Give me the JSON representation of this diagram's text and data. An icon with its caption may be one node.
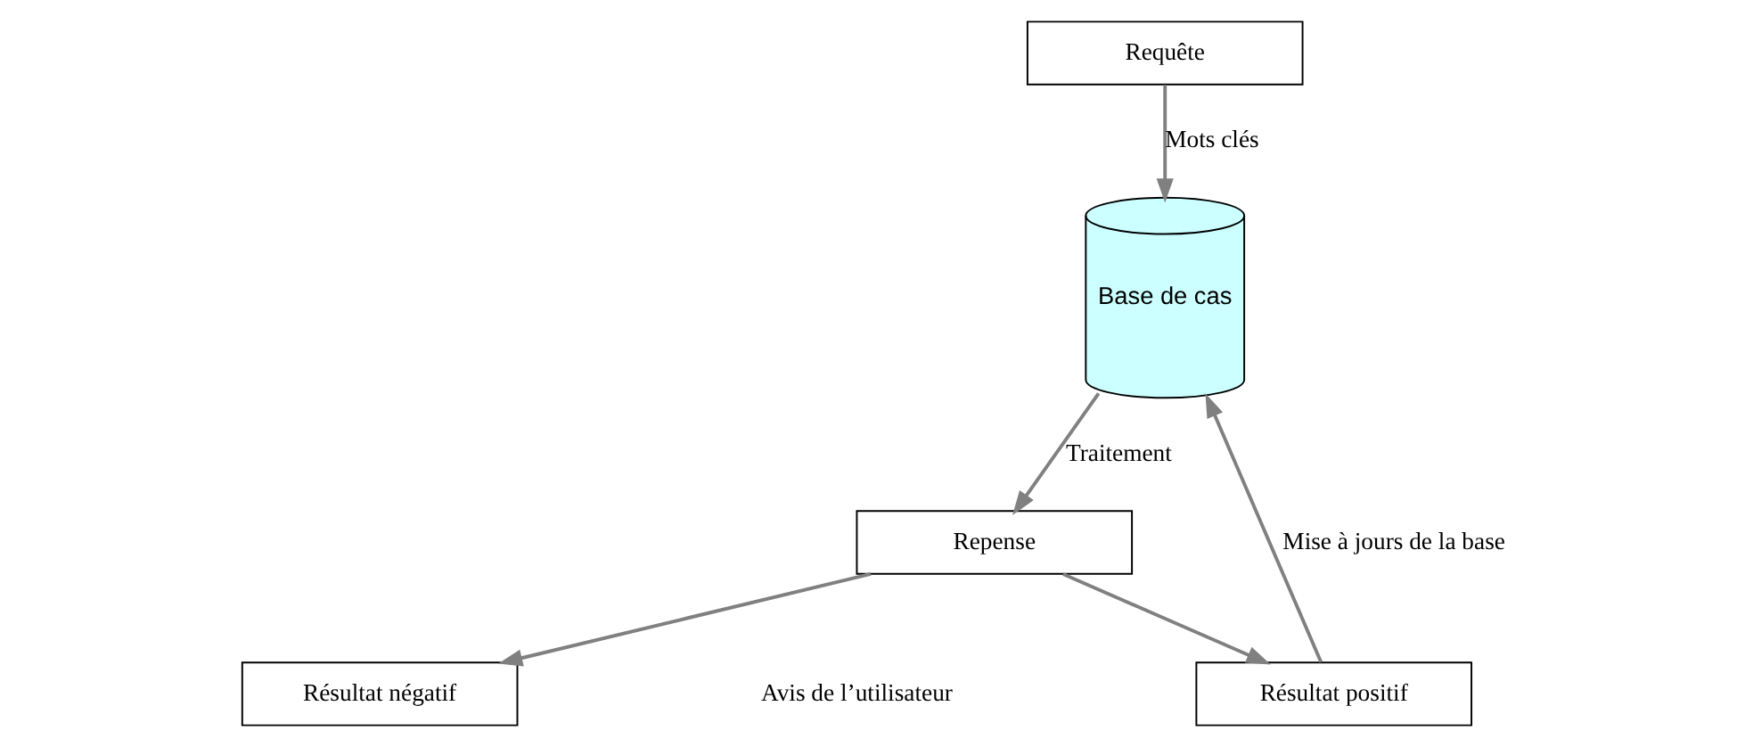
{
  "diagram": {
    "nodes": [
      {
        "text": [
          "Requête"
        ]
      },
      {
        "text": [
          "Base de cas"
        ]
      },
      {
        "text": [
          "Repense"
        ]
      },
      {
        "text": [
          "Résultat négatif"
        ]
      },
      {
        "text": [
          "Résultat positif"
        ]
      }
    ],
    "edges": [
      {
        "from": 0,
        "to": 1,
        "arrow": "to",
        "label": "Mots clés"
      },
      {
        "from": 1,
        "to": 2,
        "arrow": "to",
        "label": "Traitement"
      },
      {
        "from": 2,
        "to": 3,
        "arrow": "to"
      },
      {
        "from": 2,
        "to": 4,
        "arrow": "to"
      },
      {
        "from": 4,
        "to": 1,
        "arrow": "to",
        "label": "Mise à jours de la base"
      }
    ],
    "labels": [
      "Avis de l’utilisateur"
    ]
  }
}
